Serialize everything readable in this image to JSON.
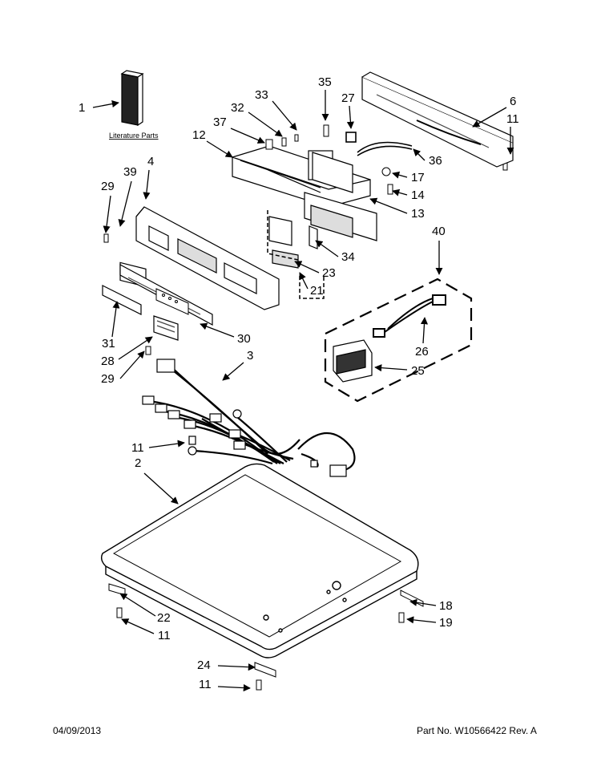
{
  "literature_label": "Literature Parts",
  "callouts": {
    "c1": "1",
    "c2": "2",
    "c3": "3",
    "c4": "4",
    "c6": "6",
    "c11a": "11",
    "c11b": "11",
    "c11c": "11",
    "c11d": "11",
    "c12": "12",
    "c13": "13",
    "c14": "14",
    "c17": "17",
    "c18": "18",
    "c19": "19",
    "c21": "21",
    "c22": "22",
    "c23": "23",
    "c24": "24",
    "c25": "25",
    "c26": "26",
    "c27": "27",
    "c28": "28",
    "c29a": "29",
    "c29b": "29",
    "c30": "30",
    "c31": "31",
    "c32": "32",
    "c33": "33",
    "c34": "34",
    "c35": "35",
    "c36": "36",
    "c37": "37",
    "c39": "39",
    "c40": "40"
  },
  "footer": {
    "date": "04/09/2013",
    "part": "Part No.  W10566422  Rev.  A"
  }
}
